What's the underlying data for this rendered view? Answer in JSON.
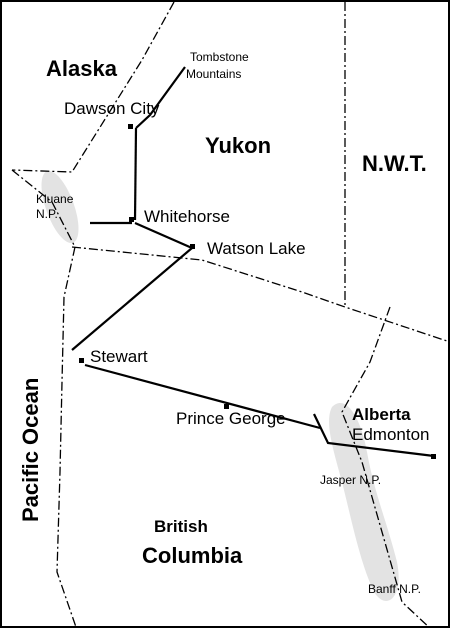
{
  "colors": {
    "border": "#000000",
    "park": "#e3e3e3",
    "route": "#000000",
    "ink": "#000000"
  },
  "regions": {
    "alaska": "Alaska",
    "yukon": "Yukon",
    "nwt": "N.W.T.",
    "alberta": "Alberta",
    "bc_line1": "British",
    "bc_line2": "Columbia",
    "ocean": "Pacific Ocean"
  },
  "places": {
    "tombstone_1": "Tombstone",
    "tombstone_2": "Mountains",
    "dawson": "Dawson City",
    "whitehorse": "Whitehorse",
    "watson": "Watson Lake",
    "stewart": "Stewart",
    "prince_george": "Prince George",
    "edmonton": "Edmonton"
  },
  "parks": {
    "kluane_1": "Kluane",
    "kluane_2": "N.P.",
    "jasper": "Jasper N.P.",
    "banff": "Banff N.P."
  }
}
